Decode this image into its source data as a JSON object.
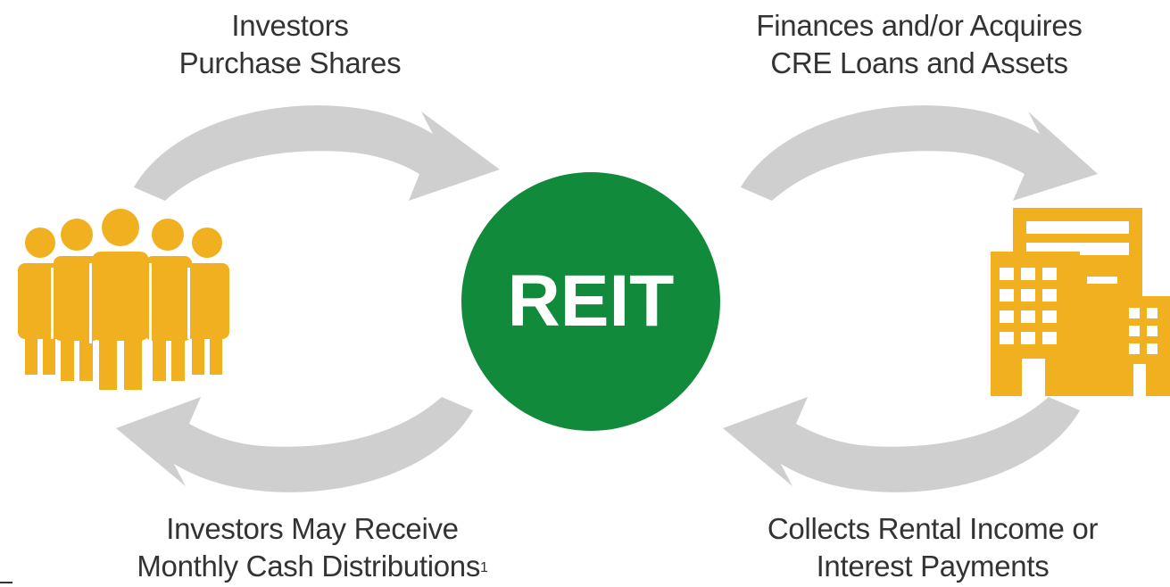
{
  "center": {
    "label": "REIT",
    "color": "#128a3c"
  },
  "labels": {
    "top_left": {
      "line1": "Investors",
      "line2": "Purchase Shares"
    },
    "top_right": {
      "line1": "Finances and/or Acquires",
      "line2": "CRE Loans and Assets"
    },
    "bottom_left": {
      "line1": "Investors May Receive",
      "line2": "Monthly Cash Distributions",
      "footnote": "1"
    },
    "bottom_right": {
      "line1": "Collects Rental Income or",
      "line2": "Interest Payments"
    }
  },
  "icons": {
    "left": "investors-group-icon",
    "right": "office-buildings-icon",
    "icon_color": "#f0b020",
    "arrow_color": "#cfcfcf"
  }
}
